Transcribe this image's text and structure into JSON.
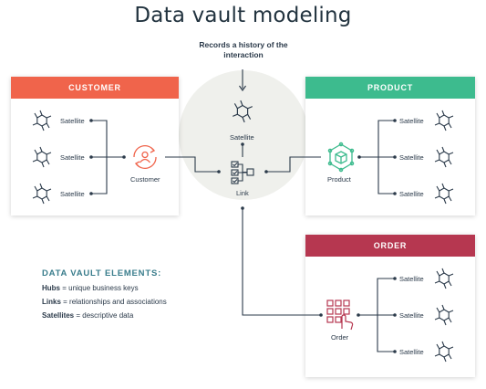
{
  "title": "Data vault modeling",
  "note": "Records a history of the interaction",
  "colors": {
    "customer": "#f0644b",
    "product": "#3dbb8e",
    "order": "#b63750",
    "ink": "#2b3a4a",
    "legend_title": "#3a7d8c",
    "circle": "#eff0ec"
  },
  "customer": {
    "header": "CUSTOMER",
    "hub_label": "Customer",
    "satellites": [
      "Satellite",
      "Satellite",
      "Satellite"
    ]
  },
  "product": {
    "header": "PRODUCT",
    "hub_label": "Product",
    "satellites": [
      "Satellite",
      "Satellite",
      "Satellite"
    ]
  },
  "order": {
    "header": "ORDER",
    "hub_label": "Order",
    "satellites": [
      "Satellite",
      "Satellite",
      "Satellite"
    ]
  },
  "link": {
    "label": "Link",
    "satellite_label": "Satellite"
  },
  "legend": {
    "title": "DATA VAULT ELEMENTS:",
    "items": [
      {
        "term": "Hubs",
        "desc": " = unique business keys"
      },
      {
        "term": "Links",
        "desc": " = relationships and associations"
      },
      {
        "term": "Satellites",
        "desc": " = descriptive data"
      }
    ]
  },
  "icons": [
    "satellite-icon",
    "customer-hub-icon",
    "product-hub-icon",
    "order-hub-icon",
    "link-icon"
  ]
}
